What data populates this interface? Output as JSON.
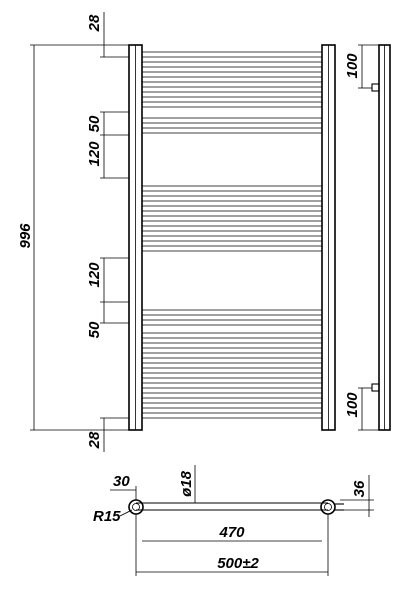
{
  "front_view": {
    "height_total": "996",
    "top_offset": "28",
    "bottom_offset": "28",
    "upper_gap_small": "50",
    "upper_gap_large": "120",
    "lower_gap_large": "120",
    "lower_gap_small": "50"
  },
  "side_view": {
    "top_connection": "100",
    "bottom_connection": "100"
  },
  "top_view": {
    "offset": "30",
    "tube_diameter": "ø18",
    "depth": "36",
    "radius": "R15",
    "axis_distance": "470",
    "overall_width": "500±2"
  }
}
